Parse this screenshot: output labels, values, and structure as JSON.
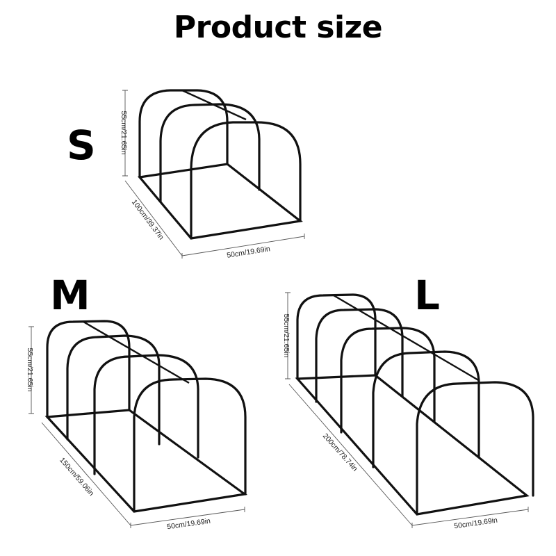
{
  "title": "Product size",
  "sizes": [
    {
      "label": "S",
      "height": "55cm/21.65in",
      "length": "100cm/39.37in",
      "width": "50cm/19.69in",
      "arches": 3
    },
    {
      "label": "M",
      "height": "55cm/21.65in",
      "length": "150cm/59.06in",
      "width": "50cm/19.69in",
      "arches": 4
    },
    {
      "label": "L",
      "height": "55cm/21.65in",
      "length": "200cm/78.74in",
      "width": "50cm/19.69in",
      "arches": 5
    }
  ]
}
